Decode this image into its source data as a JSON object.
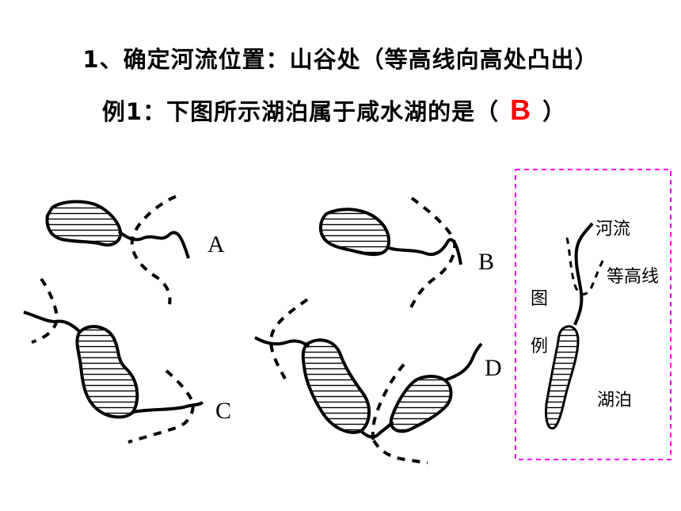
{
  "heading": "1、确定河流位置：山谷处（等高线向高处凸出）",
  "question": {
    "prefix": "例1：下图所示湖泊属于咸水湖的是（",
    "answer": "B",
    "suffix": "）"
  },
  "options": [
    "A",
    "B",
    "C",
    "D"
  ],
  "legend": {
    "title_chars": [
      "图",
      "例"
    ],
    "river": "河流",
    "contour": "等高线",
    "lake": "湖泊"
  },
  "colors": {
    "answer": "#ff0000",
    "legend_border": "#ff00ff"
  }
}
